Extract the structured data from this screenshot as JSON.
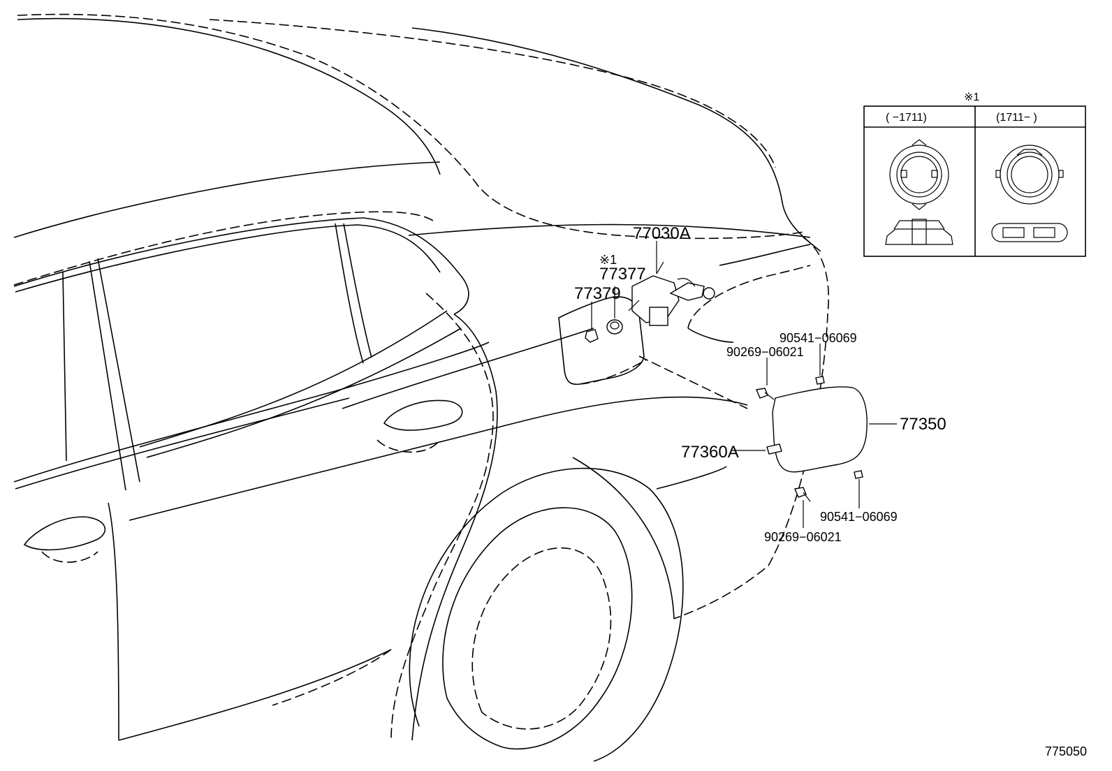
{
  "inset": {
    "note_mark": "※1",
    "col_left_label": "(   −1711)",
    "col_right_label": "(1711−   )"
  },
  "callouts": {
    "p77030a": "77030A",
    "p77377_note": "※1",
    "p77377": "77377",
    "p77379": "77379",
    "p90541_top": "90541−06069",
    "p90269_top": "90269−06021",
    "p77350": "77350",
    "p77360a": "77360A",
    "p90541_bottom": "90541−06069",
    "p90269_bottom": "90269−06021"
  },
  "figure_code": "775050"
}
